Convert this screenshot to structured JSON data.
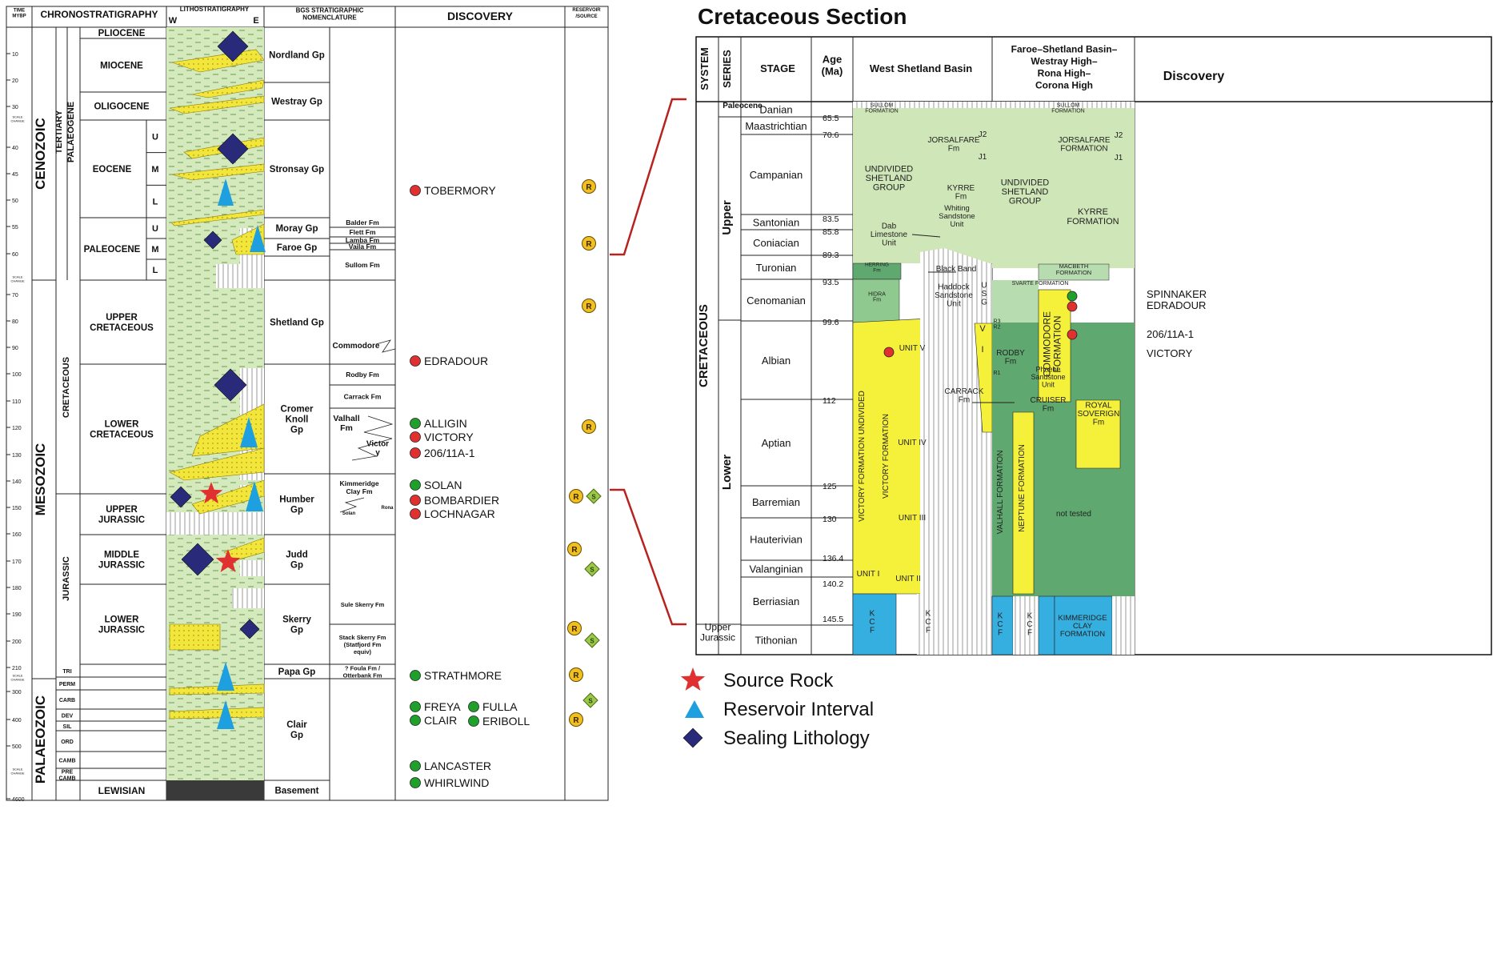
{
  "left_chart": {
    "headers": {
      "time": "TIME\nMYBP",
      "chrono": "CHRONOSTRATIGRAPHY",
      "litho": "LITHOSTRATIGRAPHY",
      "litho_w": "W",
      "litho_e": "E",
      "bgs": "BGS STRATIGRAPHIC\nNOMENCLATURE",
      "discovery": "DISCOVERY",
      "reservoir": "RESERVOIR\n/SOURCE"
    },
    "eras": [
      "CENOZOIC",
      "MESOZOIC",
      "PALAEOZOIC"
    ],
    "periods": [
      "TERTIARY",
      "PALAEOGENE",
      "CRETACEOUS",
      "JURASSIC"
    ],
    "series": [
      {
        "name": "PLIOCENE"
      },
      {
        "name": "MIOCENE"
      },
      {
        "name": "OLIGOCENE"
      },
      {
        "name": "EOCENE",
        "sub": [
          "U",
          "M",
          "L"
        ]
      },
      {
        "name": "PALEOCENE",
        "sub": [
          "U",
          "M",
          "L"
        ]
      },
      {
        "name": "UPPER\nCRETACEOUS"
      },
      {
        "name": "LOWER\nCRETACEOUS"
      },
      {
        "name": "UPPER\nJURASSIC"
      },
      {
        "name": "MIDDLE\nJURASSIC"
      },
      {
        "name": "LOWER\nJURASSIC"
      }
    ],
    "palaeozoic_systems": [
      "TRI",
      "PERM",
      "CARB",
      "DEV",
      "SIL",
      "ORD",
      "CAMB",
      "PRE\nCAMB"
    ],
    "lewisian": "LEWISIAN",
    "time_ticks": [
      "10",
      "20",
      "30",
      "40",
      "45",
      "50",
      "55",
      "60",
      "70",
      "80",
      "90",
      "100",
      "110",
      "120",
      "130",
      "140",
      "150",
      "160",
      "170",
      "180",
      "190",
      "200",
      "210",
      "300",
      "400",
      "500",
      "4600"
    ],
    "scale_change": "SCALE\nCHANGE",
    "groups": [
      "Nordland Gp",
      "Westray Gp",
      "Stronsay Gp",
      "Moray Gp",
      "Faroe Gp",
      "Shetland Gp",
      "Cromer\nKnoll\nGp",
      "Humber\nGp",
      "Judd\nGp",
      "Skerry\nGp",
      "Papa Gp",
      "Clair\nGp",
      "Basement"
    ],
    "formations": [
      "Balder Fm",
      "Flett Fm",
      "Lamba Fm",
      "Vaila Fm",
      "Sullom Fm",
      "Commodore",
      "Rodby Fm",
      "Carrack Fm",
      "Valhall\nFm",
      "Victor\ny",
      "Kimmeridge\nClay Fm",
      "Solan",
      "Rona",
      "Sule Skerry Fm",
      "Stack Skerry Fm\n(Statfjord Fm\nequiv)",
      "? Foula Fm /\nOtterbank Fm"
    ],
    "discoveries": [
      {
        "name": "TOBERMORY",
        "color": "red"
      },
      {
        "name": "EDRADOUR",
        "color": "red"
      },
      {
        "name": "ALLIGIN",
        "color": "green"
      },
      {
        "name": "VICTORY",
        "color": "red"
      },
      {
        "name": "206/11A-1",
        "color": "red"
      },
      {
        "name": "SOLAN",
        "color": "green"
      },
      {
        "name": "BOMBARDIER",
        "color": "red"
      },
      {
        "name": "LOCHNAGAR",
        "color": "red"
      },
      {
        "name": "STRATHMORE",
        "color": "green"
      },
      {
        "name": "FREYA",
        "color": "green"
      },
      {
        "name": "FULLA",
        "color": "green"
      },
      {
        "name": "CLAIR",
        "color": "green"
      },
      {
        "name": "ERIBOLL",
        "color": "green"
      },
      {
        "name": "LANCASTER",
        "color": "green"
      },
      {
        "name": "WHIRLWIND",
        "color": "green"
      }
    ],
    "reservoir_label": "R",
    "source_label": "S"
  },
  "right_panel": {
    "title": "Cretaceous Section",
    "headers": {
      "system": "SYSTEM",
      "series": "SERIES",
      "stage": "STAGE",
      "age": "Age\n(Ma)",
      "wsb": "West Shetland Basin",
      "fsb": "Faroe–Shetland Basin–\nWestray High–\nRona High–\nCorona High",
      "discovery": "Discovery"
    },
    "system_label": "CRETACEOUS",
    "series_labels": [
      "Paleocene",
      "Upper",
      "Lower",
      "Upper\nJurassic"
    ],
    "stages": [
      "Danian",
      "Maastrichtian",
      "Campanian",
      "Santonian",
      "Coniacian",
      "Turonian",
      "Cenomanian",
      "Albian",
      "Aptian",
      "Barremian",
      "Hauterivian",
      "Valanginian",
      "Berriasian",
      "Tithonian"
    ],
    "ages": [
      "65.5",
      "70.6",
      "83.5",
      "85.8",
      "89.3",
      "93.5",
      "99.6",
      "112",
      "125",
      "130",
      "136.4",
      "140.2",
      "145.5"
    ],
    "units": [
      "SULLOM\nFORMATION",
      "SULLOM\nFORMATION",
      "JORSALFARE\nFm",
      "J2",
      "J1",
      "JORSALFARE\nFORMATION",
      "J2",
      "J1",
      "UNDIVIDED\nSHETLAND\nGROUP",
      "KYRRE\nFm",
      "Whiting\nSandstone\nUnit",
      "UNDIVIDED\nSHETLAND\nGROUP",
      "KYRRE\nFORMATION",
      "Dab\nLimestone\nUnit",
      "MACBETH\nFORMATION",
      "HERRING\nFm",
      "Black Band",
      "SVARTE FORMATION",
      "HIDRA\nFm",
      "Haddock\nSandstone\nUnit",
      "U\nS\nG",
      "COMMODORE\nFORMATION",
      "UNIT V",
      "V",
      "I",
      "R3\nR2",
      "RODBY\nFm",
      "R1",
      "Phoebe\nSandstone\nUnit",
      "CARRACK\nFm",
      "CRUISER\nFm",
      "ROYAL\nSOVERIGN\nFm",
      "VICTORY FORMATION UNDIVIDED",
      "VICTORY FORMATION",
      "UNIT IV",
      "UNIT III",
      "VALHALL FORMATION",
      "NEPTUNE FORMATION",
      "not tested",
      "UNIT I",
      "UNIT II",
      "K\nC\nF",
      "K\nC\nF",
      "K\nC\nF",
      "K\nC\nF",
      "KIMMERIDGE\nCLAY\nFORMATION"
    ],
    "discoveries": [
      "SPINNAKER",
      "EDRADOUR",
      "206/11A-1",
      "VICTORY"
    ]
  },
  "legend": [
    {
      "label": "Source Rock",
      "icon": "red-star-icon"
    },
    {
      "label": "Reservoir Interval",
      "icon": "blue-triangle-icon"
    },
    {
      "label": "Sealing Lithology",
      "icon": "navy-diamond-icon"
    }
  ],
  "colors": {
    "light_green": "#cfe6b8",
    "mid_green": "#8fc98f",
    "dark_green": "#5fa86f",
    "pale_green": "#b7dcb0",
    "yellow": "#f5f03a",
    "blue": "#35aee0",
    "navy": "#2a2a7a",
    "red": "#e03030",
    "green": "#1fa02a",
    "gold": "#f0c020",
    "bracket": "#b8221e",
    "reservoir_triangle": "#1ea0e0"
  }
}
